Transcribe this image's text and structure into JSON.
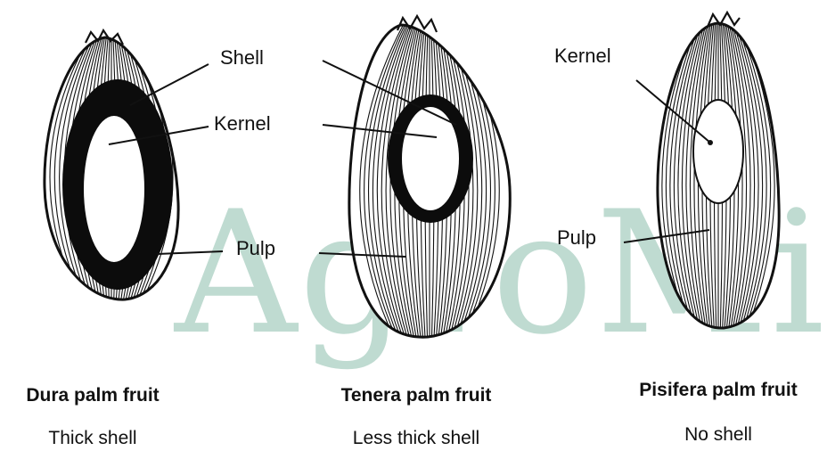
{
  "watermark": {
    "text": "AgroMin",
    "color": "#5aa187"
  },
  "fruits": [
    {
      "callouts": [
        "Shell",
        "Kernel",
        "Pulp"
      ],
      "caption_name": "Dura palm fruit",
      "caption_shell": "Thick shell"
    },
    {
      "callouts": [
        "Kernel",
        "Pulp"
      ],
      "caption_name": "Tenera palm fruit",
      "caption_shell": "Less thick shell"
    },
    {
      "callouts": [
        "Kernel",
        "Pulp"
      ],
      "caption_name": "Pisifera palm fruit",
      "caption_shell": "No shell"
    }
  ]
}
